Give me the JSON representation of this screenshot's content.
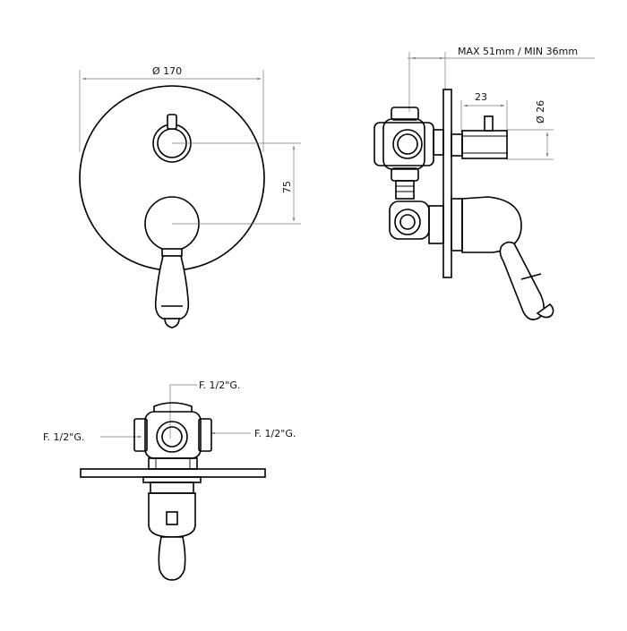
{
  "drawing": {
    "front_view": {
      "diameter_label": "Ø 170",
      "height_label": "75"
    },
    "side_view": {
      "depth_label": "MAX 51mm / MIN 36mm",
      "knob_length_label": "23",
      "knob_diameter_label": "Ø 26"
    },
    "top_view": {
      "port_top_label": "F. 1/2\"G.",
      "port_left_label": "F. 1/2\"G.",
      "port_right_label": "F. 1/2\"G."
    }
  },
  "colors": {
    "line": "#000000",
    "dimension": "#777777",
    "background": "#ffffff"
  }
}
